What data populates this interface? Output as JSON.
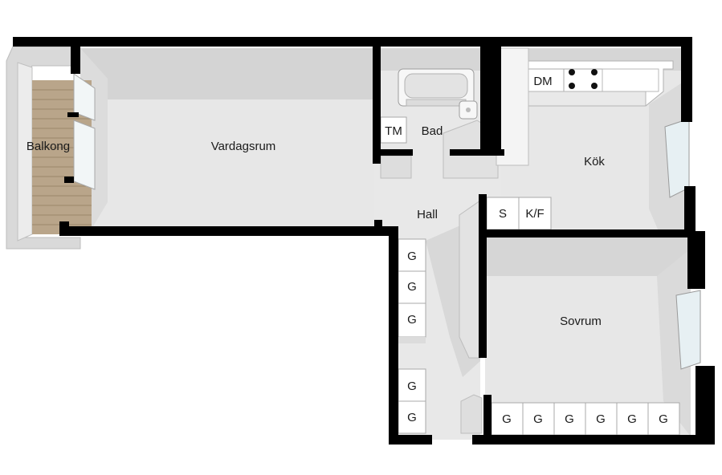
{
  "rooms": {
    "balkong": "Balkong",
    "vardagsrum": "Vardagsrum",
    "bad": "Bad",
    "kok": "Kök",
    "hall": "Hall",
    "sovrum": "Sovrum"
  },
  "fixtures": {
    "tm": "TM",
    "dm": "DM",
    "s": "S",
    "kf": "K/F",
    "g": "G"
  },
  "colors": {
    "wall": "#000000",
    "floor": "#e6e6e6",
    "wall_face": "#d0d0d0",
    "wall_top": "#ffffff",
    "balcony_deck": "#b9a58a",
    "window": "#dde9ee",
    "cabinet": "#ffffff"
  }
}
